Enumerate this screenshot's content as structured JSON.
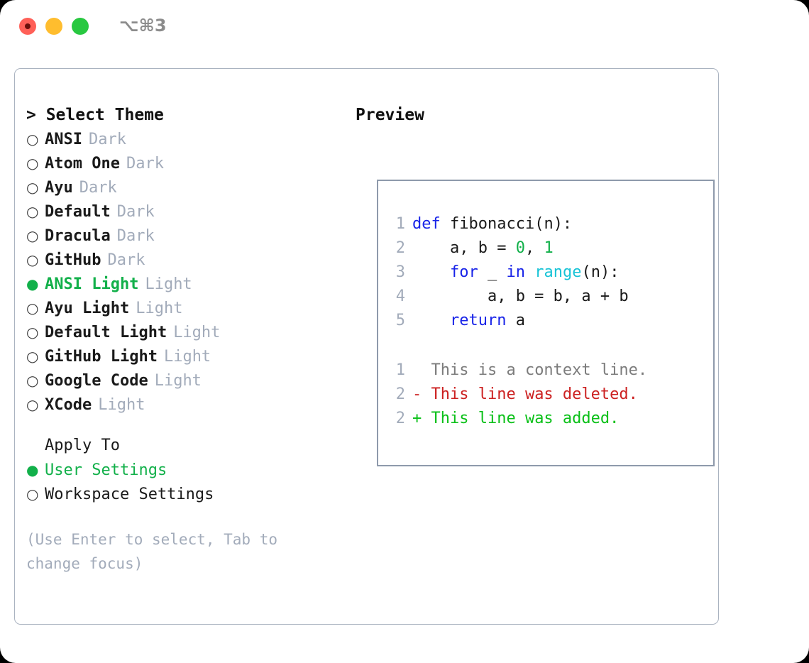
{
  "window": {
    "title": "⌥⌘3",
    "traffic_lights": [
      {
        "name": "close",
        "color": "#ff6058"
      },
      {
        "name": "minimize",
        "color": "#ffbd2e"
      },
      {
        "name": "maximize",
        "color": "#28c840"
      }
    ]
  },
  "theme_panel": {
    "heading": "> Select Theme",
    "bullet_selected": "●",
    "bullet_unselected": "○",
    "accent_color": "#12b04a",
    "items": [
      {
        "name": "ANSI",
        "kind": "Dark",
        "selected": false
      },
      {
        "name": "Atom One",
        "kind": "Dark",
        "selected": false
      },
      {
        "name": "Ayu",
        "kind": "Dark",
        "selected": false
      },
      {
        "name": "Default",
        "kind": "Dark",
        "selected": false
      },
      {
        "name": "Dracula",
        "kind": "Dark",
        "selected": false
      },
      {
        "name": "GitHub",
        "kind": "Dark",
        "selected": false
      },
      {
        "name": "ANSI Light",
        "kind": "Light",
        "selected": true
      },
      {
        "name": "Ayu Light",
        "kind": "Light",
        "selected": false
      },
      {
        "name": "Default Light",
        "kind": "Light",
        "selected": false
      },
      {
        "name": "GitHub Light",
        "kind": "Light",
        "selected": false
      },
      {
        "name": "Google Code",
        "kind": "Light",
        "selected": false
      },
      {
        "name": "XCode",
        "kind": "Light",
        "selected": false
      }
    ]
  },
  "apply_to": {
    "title": "Apply To",
    "options": [
      {
        "label": "User Settings",
        "selected": true
      },
      {
        "label": "Workspace Settings",
        "selected": false
      }
    ]
  },
  "hint": "(Use Enter to select, Tab to change focus)",
  "preview": {
    "heading": "Preview",
    "code_lines": [
      {
        "number": "1",
        "tokens": [
          {
            "text": "def",
            "style": "kw"
          },
          {
            "text": " fibonacci(n):",
            "style": "plain"
          }
        ]
      },
      {
        "number": "2",
        "tokens": [
          {
            "text": "    a, b = ",
            "style": "plain"
          },
          {
            "text": "0",
            "style": "num"
          },
          {
            "text": ", ",
            "style": "plain"
          },
          {
            "text": "1",
            "style": "num"
          }
        ]
      },
      {
        "number": "3",
        "tokens": [
          {
            "text": "    ",
            "style": "plain"
          },
          {
            "text": "for",
            "style": "kw"
          },
          {
            "text": " _ ",
            "style": "plain"
          },
          {
            "text": "in",
            "style": "kw"
          },
          {
            "text": " ",
            "style": "plain"
          },
          {
            "text": "range",
            "style": "fn"
          },
          {
            "text": "(n):",
            "style": "plain"
          }
        ]
      },
      {
        "number": "4",
        "tokens": [
          {
            "text": "        a, b = b, a + b",
            "style": "plain"
          }
        ]
      },
      {
        "number": "5",
        "tokens": [
          {
            "text": "    ",
            "style": "plain"
          },
          {
            "text": "return",
            "style": "kw"
          },
          {
            "text": " a",
            "style": "plain"
          }
        ]
      }
    ],
    "diff_lines": [
      {
        "number": "1",
        "marker": " ",
        "text": " This is a context line.",
        "style": "d-ctx"
      },
      {
        "number": "2",
        "marker": "-",
        "text": " This line was deleted.",
        "style": "d-del"
      },
      {
        "number": "2",
        "marker": "+",
        "text": " This line was added.",
        "style": "d-add"
      }
    ]
  }
}
